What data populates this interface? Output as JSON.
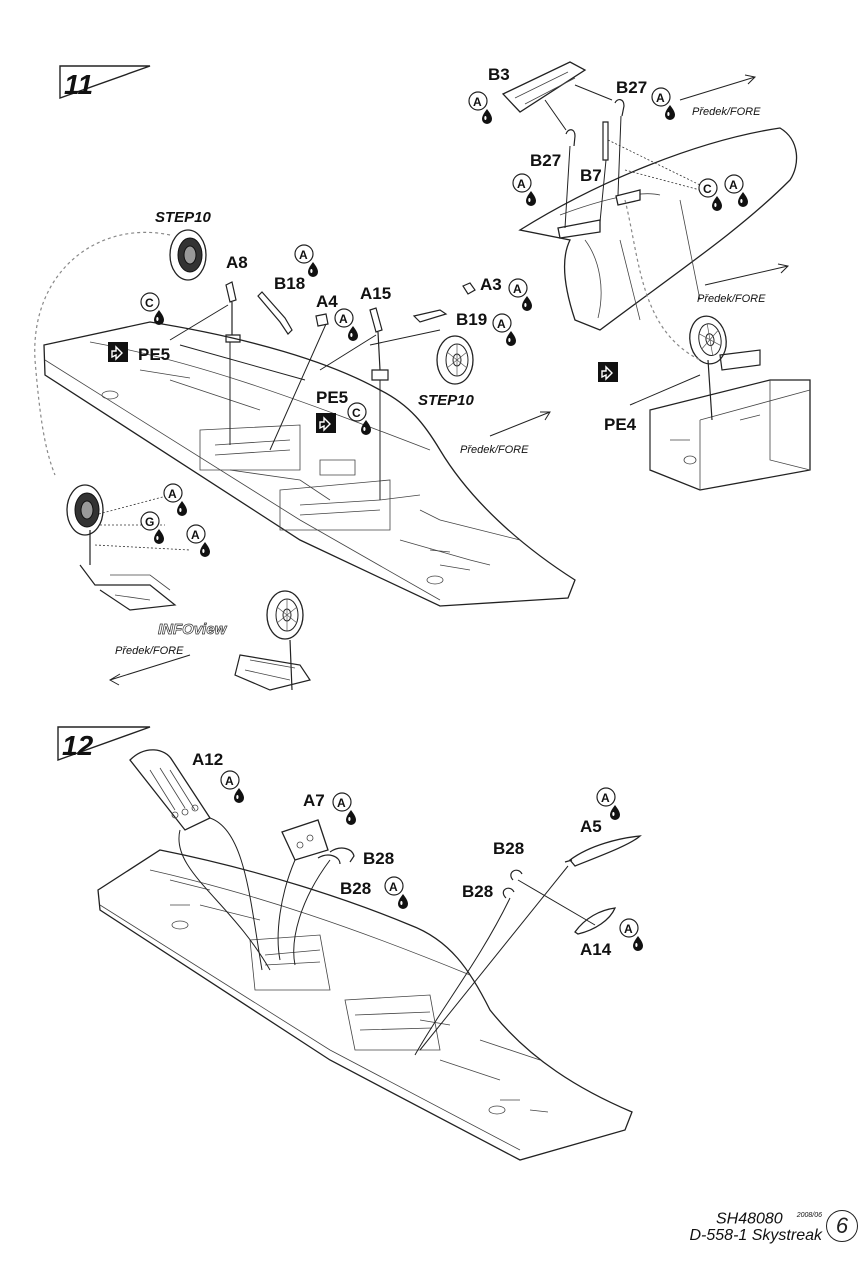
{
  "steps": {
    "step11": "11",
    "step12": "12"
  },
  "parts": {
    "B3": "B3",
    "B27": "B27",
    "B7": "B7",
    "A8": "A8",
    "B18": "B18",
    "A4": "A4",
    "A15": "A15",
    "A3": "A3",
    "B19": "B19",
    "PE5": "PE5",
    "PE4": "PE4",
    "A12": "A12",
    "A7": "A7",
    "B28": "B28",
    "A5": "A5",
    "A14": "A14"
  },
  "notes": {
    "step10": "STEP10",
    "infoview": "INFOview",
    "fore": "Předek/FORE"
  },
  "glue": {
    "A": "A",
    "C": "C",
    "G": "G"
  },
  "footer": {
    "code": "SH48080",
    "date": "2008/06",
    "name": "D-558-1 Skystreak",
    "page": "6"
  },
  "icons": [
    "glue-drop-icon",
    "photo-etch-icon",
    "fore-arrow-icon",
    "wheel-icon"
  ]
}
